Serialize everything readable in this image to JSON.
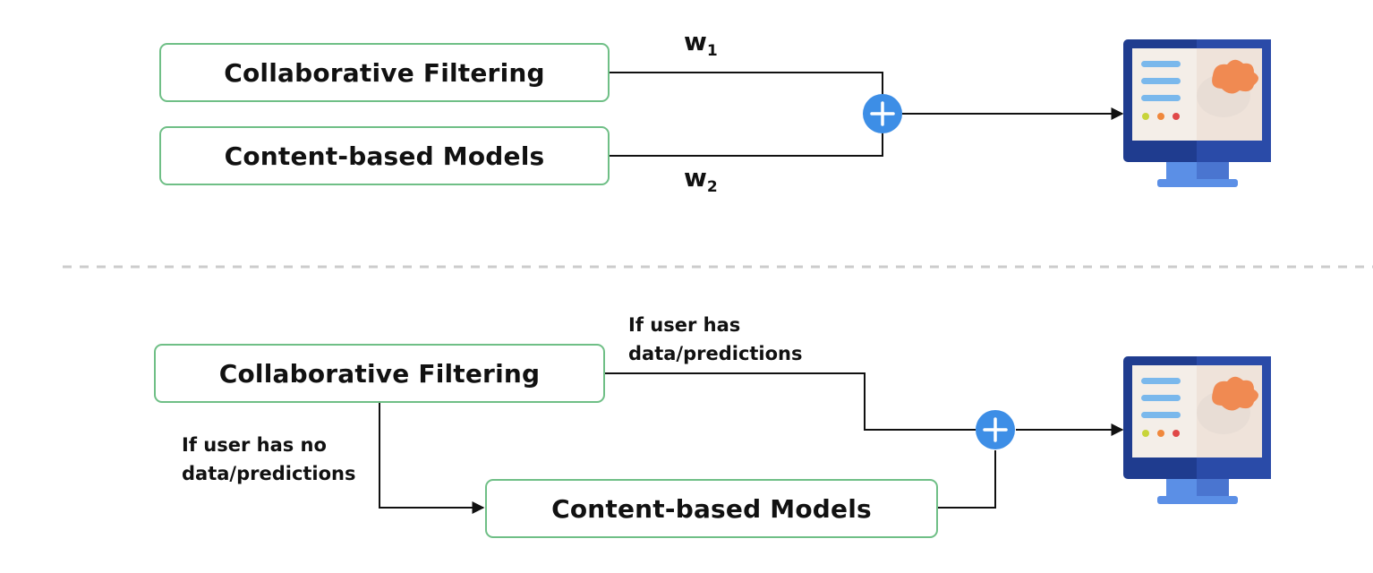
{
  "weighted_hybrid": {
    "model_a": "Collaborative Filtering",
    "model_b": "Content-based Models",
    "weight_a": {
      "symbol": "w",
      "subscript": "1"
    },
    "weight_b": {
      "symbol": "w",
      "subscript": "2"
    },
    "combiner_icon": "plus-circle-icon",
    "output_icon": "monitor-icon"
  },
  "switching_hybrid": {
    "model_a": "Collaborative Filtering",
    "model_b": "Content-based Models",
    "condition_has_data": [
      "If user has",
      "data/predictions"
    ],
    "condition_no_data": [
      "If user has no",
      "data/predictions"
    ],
    "combiner_icon": "plus-circle-icon",
    "output_icon": "monitor-icon"
  },
  "colors": {
    "box_border": "#6fbf86",
    "plus_circle": "#3d8ee6",
    "monitor_frame": "#1f3c8f",
    "monitor_stand": "#5b8fe6",
    "divider": "#cccccc"
  }
}
